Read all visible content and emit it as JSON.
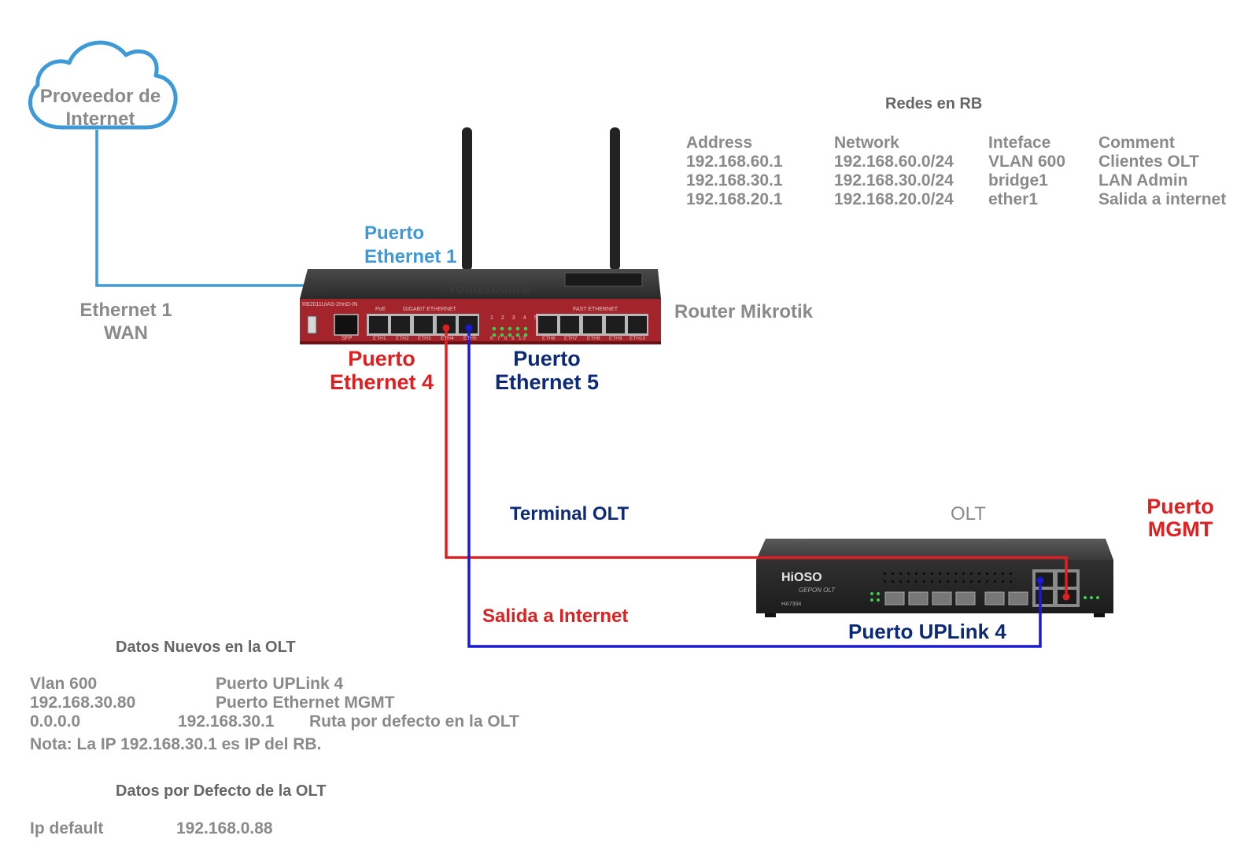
{
  "cloud": {
    "line1": "Proveedor de",
    "line2": "Internet"
  },
  "labels": {
    "eth1_top_1": "Puerto",
    "eth1_top_2": "Ethernet 1",
    "eth1_wan_1": "Ethernet 1",
    "eth1_wan_2": "WAN",
    "router_name": "Router Mikrotik",
    "eth4_1": "Puerto",
    "eth4_2": "Ethernet 4",
    "eth5_1": "Puerto",
    "eth5_2": "Ethernet 5",
    "terminal_olt": "Terminal OLT",
    "olt": "OLT",
    "mgmt_1": "Puerto",
    "mgmt_2": "MGMT",
    "salida": "Salida a Internet",
    "uplink": "Puerto UPLink 4"
  },
  "router_device": {
    "brand": "routerboard",
    "model": "RB2011UiAS-2HnD-IN",
    "section_gigabit": "GIGABIT ETHERNET",
    "section_fast": "FAST ETHERNET",
    "poe": "PoE",
    "sfp": "SFP",
    "ports": [
      "ETH1",
      "ETH2",
      "ETH3",
      "ETH4",
      "ETH5",
      "ETH6",
      "ETH7",
      "ETH8",
      "ETH9",
      "ETH10"
    ],
    "led_row1": [
      "1",
      "2",
      "3",
      "4",
      "5"
    ],
    "led_row2": [
      "6",
      "7",
      "8",
      "9",
      "10"
    ]
  },
  "olt_device": {
    "brand": "HiOSO",
    "subtitle": "GEPON OLT",
    "model": "HA7304"
  },
  "rb_table": {
    "title": "Redes en RB",
    "headers": [
      "Address",
      "Network",
      "Inteface",
      "Comment"
    ],
    "rows": [
      [
        "192.168.60.1",
        "192.168.60.0/24",
        "VLAN 600",
        "Clientes OLT"
      ],
      [
        "192.168.30.1",
        "192.168.30.0/24",
        "bridge1",
        "LAN Admin"
      ],
      [
        "192.168.20.1",
        "192.168.20.0/24",
        "ether1",
        "Salida a internet"
      ]
    ]
  },
  "olt_new": {
    "title": "Datos Nuevos en  la OLT",
    "r1a": "Vlan 600",
    "r1b": "Puerto UPLink 4",
    "r2a": "192.168.30.80",
    "r2b": "Puerto Ethernet MGMT",
    "r3a": "0.0.0.0",
    "r3b": "192.168.30.1",
    "r3c": "Ruta  por defecto en la OLT",
    "note": "Nota: La IP 192.168.30.1 es IP del RB."
  },
  "olt_default": {
    "title": "Datos por Defecto de la OLT",
    "label": "Ip default",
    "value": "192.168.0.88"
  },
  "colors": {
    "wan_link": "#3d9ad6",
    "mgmt_link": "#e02020",
    "uplink_link": "#1a1ad0",
    "router_body": "#a3252b",
    "olt_body": "#2b2b2b"
  }
}
